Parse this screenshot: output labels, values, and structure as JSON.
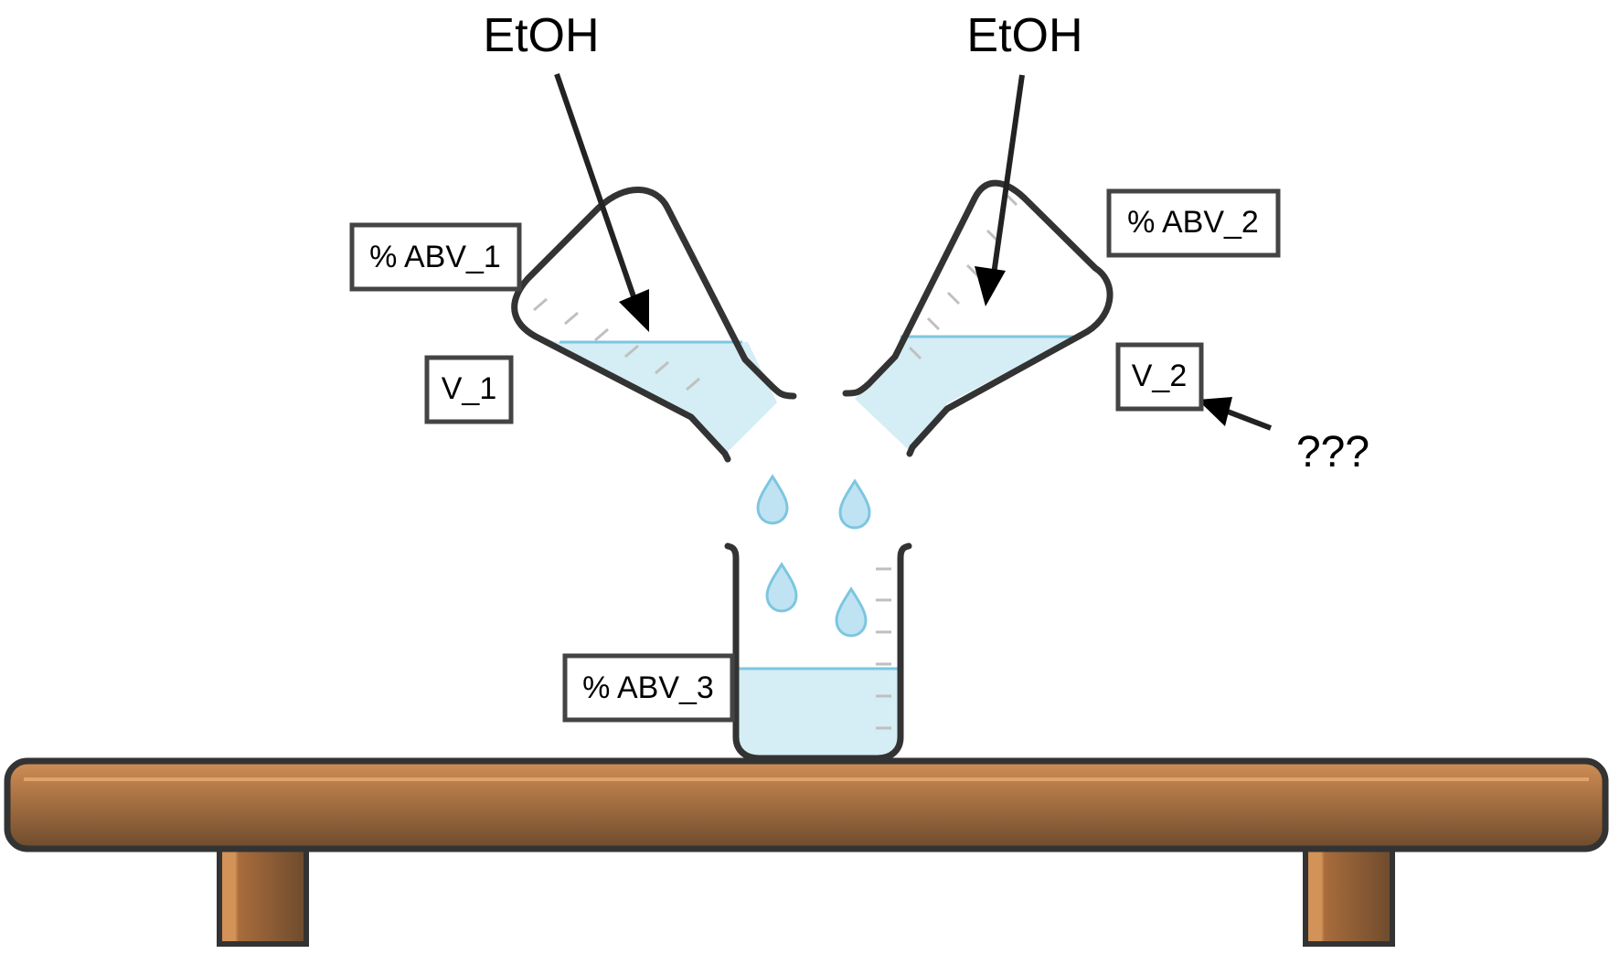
{
  "labels": {
    "etoh_left": "EtOH",
    "etoh_right": "EtOH",
    "abv_1": "% ABV_1",
    "abv_2": "% ABV_2",
    "abv_3": "% ABV_3",
    "v_1": "V_1",
    "v_2": "V_2",
    "unknown": "???"
  },
  "colors": {
    "liquid": "#d5edf5",
    "liquid_line": "#7cc6e0",
    "glass_outline": "#333333",
    "wood_light": "#c98a54",
    "wood_dark": "#6b4a2c"
  }
}
